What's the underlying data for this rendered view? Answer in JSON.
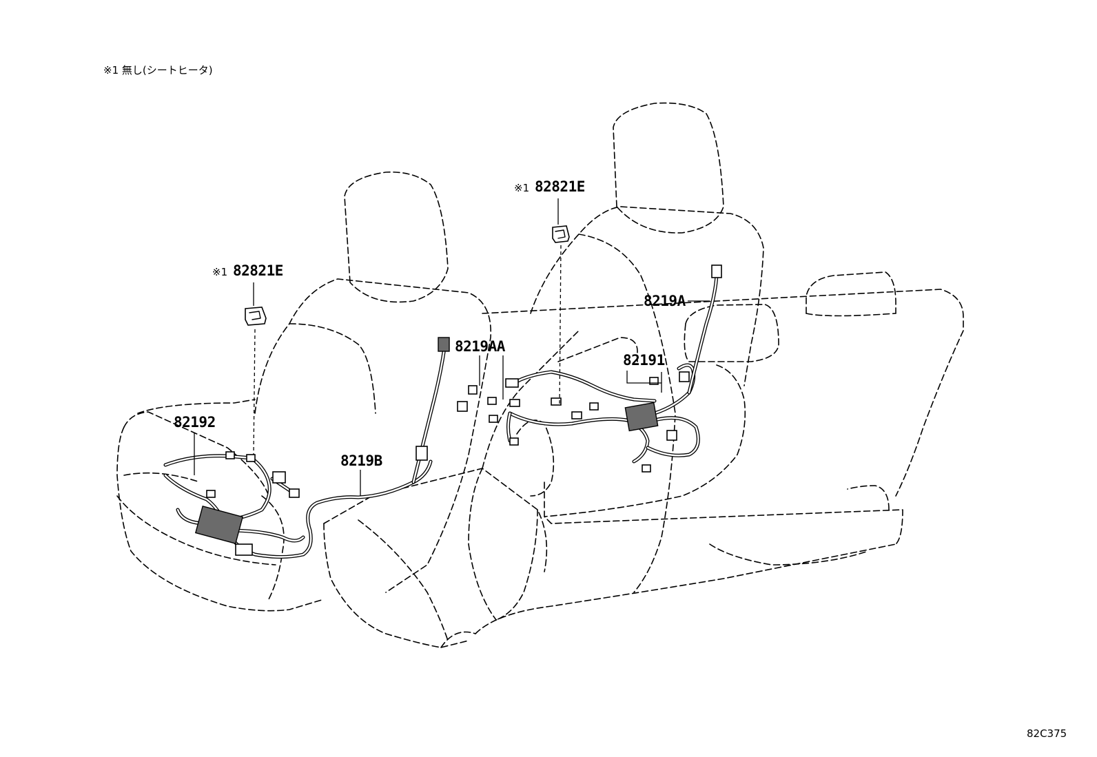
{
  "header_note": "※1 無し(シートヒータ)",
  "diagram_code": "82C375",
  "callouts": {
    "note_mark": "※1",
    "c_82821E_left": "82821E",
    "c_82821E_right": "82821E",
    "c_82192": "82192",
    "c_8219B": "8219B",
    "c_8219AA": "8219AA",
    "c_82191": "82191",
    "c_8219A": "8219A"
  },
  "icons": [
    "connector-icon",
    "harness-wire",
    "seat-outline"
  ]
}
